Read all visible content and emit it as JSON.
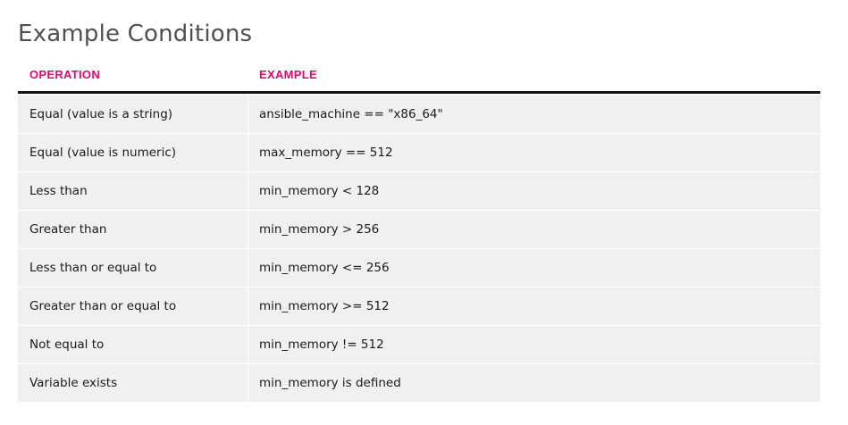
{
  "page": {
    "title": "Example Conditions"
  },
  "table": {
    "headers": {
      "operation": "OPERATION",
      "example": "EXAMPLE"
    },
    "rows": [
      {
        "operation": "Equal (value is a string)",
        "example": "ansible_machine == \"x86_64\""
      },
      {
        "operation": "Equal (value is numeric)",
        "example": "max_memory == 512"
      },
      {
        "operation": "Less than",
        "example": "min_memory < 128"
      },
      {
        "operation": "Greater than",
        "example": "min_memory > 256"
      },
      {
        "operation": "Less than or equal to",
        "example": "min_memory <= 256"
      },
      {
        "operation": "Greater than or equal to",
        "example": "min_memory >= 512"
      },
      {
        "operation": "Not equal to",
        "example": "min_memory != 512"
      },
      {
        "operation": "Variable exists",
        "example": "min_memory is defined"
      }
    ]
  },
  "colors": {
    "header_accent": "#e3086f",
    "row_background": "#f0f0f0",
    "rule": "#151515"
  }
}
